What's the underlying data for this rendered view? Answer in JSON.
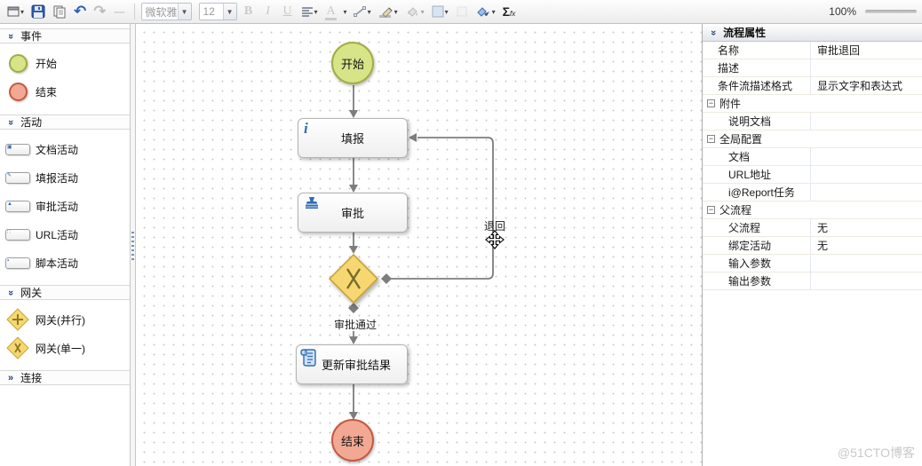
{
  "toolbar": {
    "font_family_value": "微软雅",
    "font_size_value": "12",
    "bold_label": "B",
    "italic_label": "I",
    "underline_label": "U",
    "font_color_label": "A",
    "formula_label": "Σ",
    "formula_sub": "fx",
    "zoom_value": "100%"
  },
  "sidebar": {
    "sections": [
      {
        "title": "事件",
        "items": [
          {
            "label": "开始"
          },
          {
            "label": "结束"
          }
        ]
      },
      {
        "title": "活动",
        "items": [
          {
            "label": "文档活动"
          },
          {
            "label": "填报活动"
          },
          {
            "label": "审批活动"
          },
          {
            "label": "URL活动"
          },
          {
            "label": "脚本活动"
          }
        ]
      },
      {
        "title": "网关",
        "items": [
          {
            "label": "网关(并行)"
          },
          {
            "label": "网关(单一)"
          }
        ]
      },
      {
        "title": "连接",
        "items": []
      }
    ]
  },
  "canvas": {
    "nodes": {
      "start": "开始",
      "fill": "填报",
      "approve": "审批",
      "update": "更新审批结果",
      "end": "结束"
    },
    "edge_labels": {
      "reject": "退回",
      "pass": "审批通过"
    }
  },
  "properties": {
    "title": "流程属性",
    "rows": [
      {
        "label": "名称",
        "value": "审批退回",
        "type": "row"
      },
      {
        "label": "描述",
        "value": "",
        "type": "row"
      },
      {
        "label": "条件流描述格式",
        "value": "显示文字和表达式",
        "type": "row"
      },
      {
        "label": "附件",
        "value": "",
        "type": "group"
      },
      {
        "label": "说明文档",
        "value": "",
        "type": "child"
      },
      {
        "label": "全局配置",
        "value": "",
        "type": "group"
      },
      {
        "label": "文档",
        "value": "",
        "type": "child"
      },
      {
        "label": "URL地址",
        "value": "",
        "type": "child"
      },
      {
        "label": "i@Report任务",
        "value": "",
        "type": "child"
      },
      {
        "label": "父流程",
        "value": "",
        "type": "group"
      },
      {
        "label": "父流程",
        "value": "无",
        "type": "child"
      },
      {
        "label": "绑定活动",
        "value": "无",
        "type": "child"
      },
      {
        "label": "输入参数",
        "value": "",
        "type": "child"
      },
      {
        "label": "输出参数",
        "value": "",
        "type": "child"
      }
    ]
  },
  "watermark": "@51CTO博客",
  "colors": {
    "start_fill": "#d7e487",
    "start_border": "#a2ad43",
    "end_fill": "#f3a893",
    "end_border": "#c25a41",
    "gateway_fill": "#f7d771",
    "gateway_border": "#c9a435",
    "edge": "#7d7d7d",
    "icon_blue": "#2e6db4"
  }
}
